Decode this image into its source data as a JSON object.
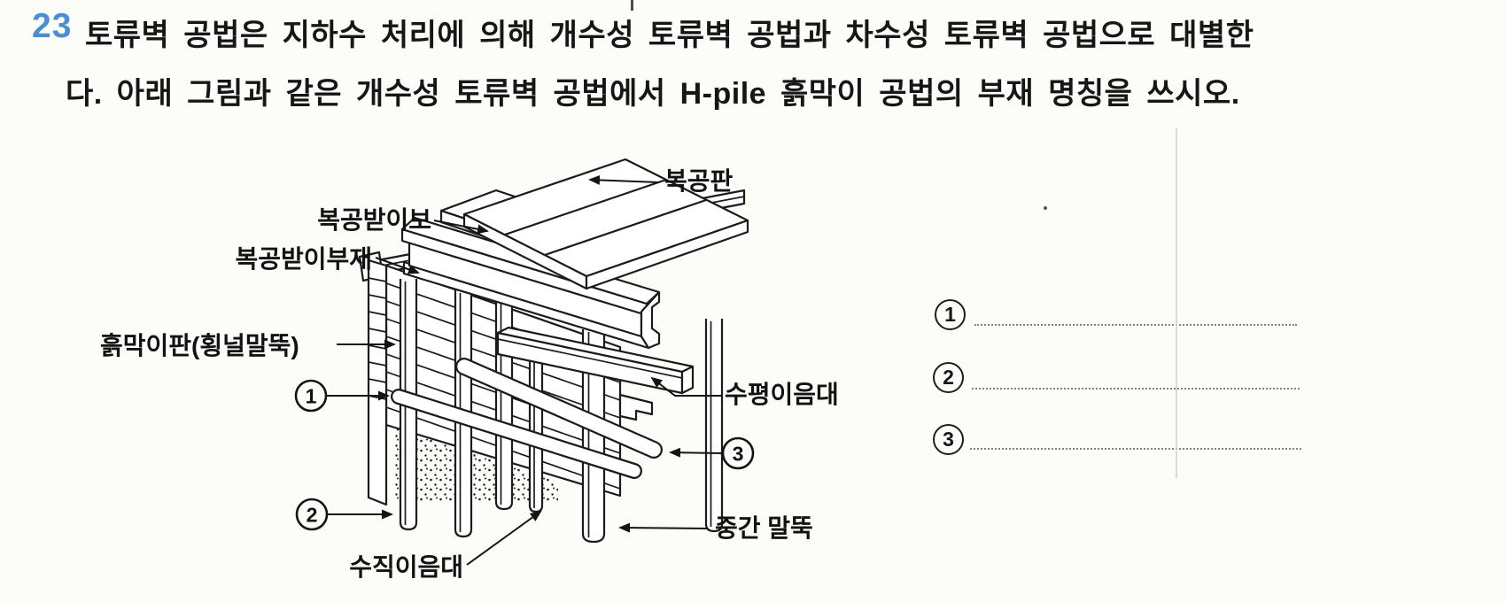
{
  "question": {
    "number": "23",
    "number_color": "#4a8fd1",
    "line1": "토류벽 공법은 지하수 처리에 의해 개수성 토류벽 공법과 차수성 토류벽 공법으로 대별한",
    "line2": "다. 아래 그림과 같은 개수성 토류벽 공법에서 H-pile 흙막이 공법의 부재 명칭을 쓰시오."
  },
  "diagram": {
    "labels": {
      "deck_plate": "복공판",
      "deck_support_beam": "복공받이보",
      "deck_support_member": "복공받이부재",
      "lagging_board": "흙막이판(횡널말뚝)",
      "horizontal_tie": "수평이음대",
      "middle_pile": "중간 말뚝",
      "vertical_tie": "수직이음대"
    },
    "callouts": {
      "c1": "1",
      "c2": "2",
      "c3": "3"
    }
  },
  "answers": {
    "items": [
      {
        "digit": "1"
      },
      {
        "digit": "2"
      },
      {
        "digit": "3"
      }
    ]
  }
}
